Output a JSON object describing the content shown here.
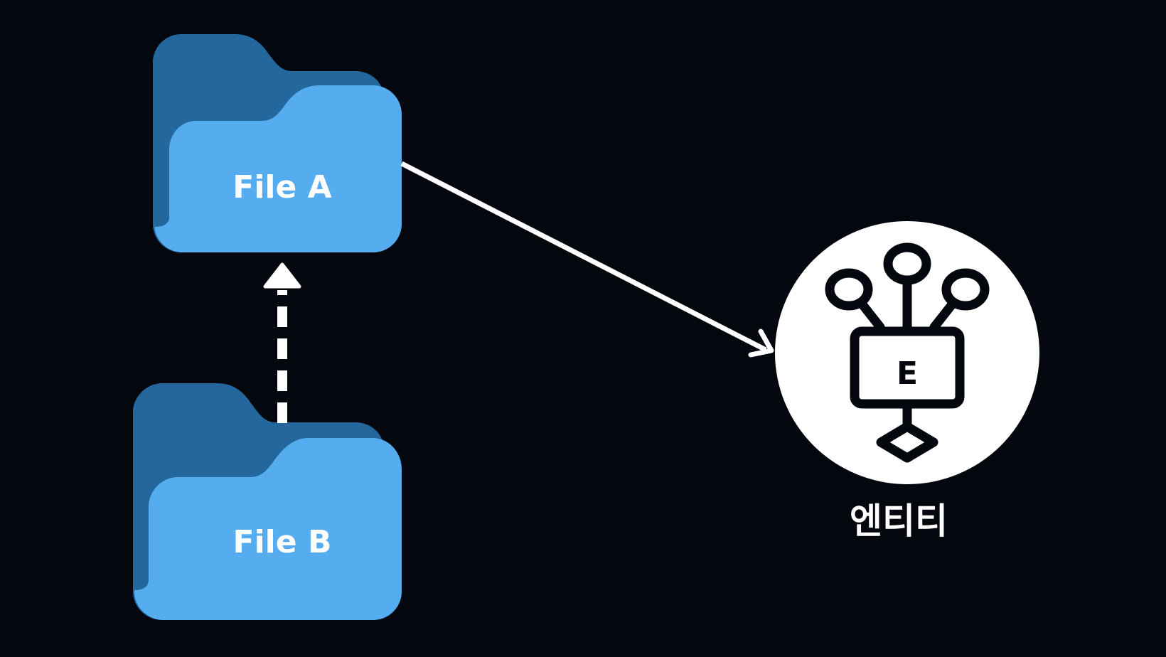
{
  "colors": {
    "background": "#04070d",
    "folder_back": "#23679c",
    "folder_front": "#55acef",
    "arrow": "#ffffff",
    "entity_circle": "#ffffff",
    "entity_icon": "#04070d"
  },
  "nodes": {
    "file_a": {
      "label": "File A",
      "icon": "folder-icon"
    },
    "file_b": {
      "label": "File B",
      "icon": "folder-icon"
    },
    "entity": {
      "label": "엔티티",
      "icon": "entity-network-icon",
      "icon_letter": "E"
    }
  },
  "edges": [
    {
      "from": "file_a",
      "to": "entity",
      "style": "solid"
    },
    {
      "from": "file_b",
      "to": "file_a",
      "style": "dashed"
    }
  ]
}
